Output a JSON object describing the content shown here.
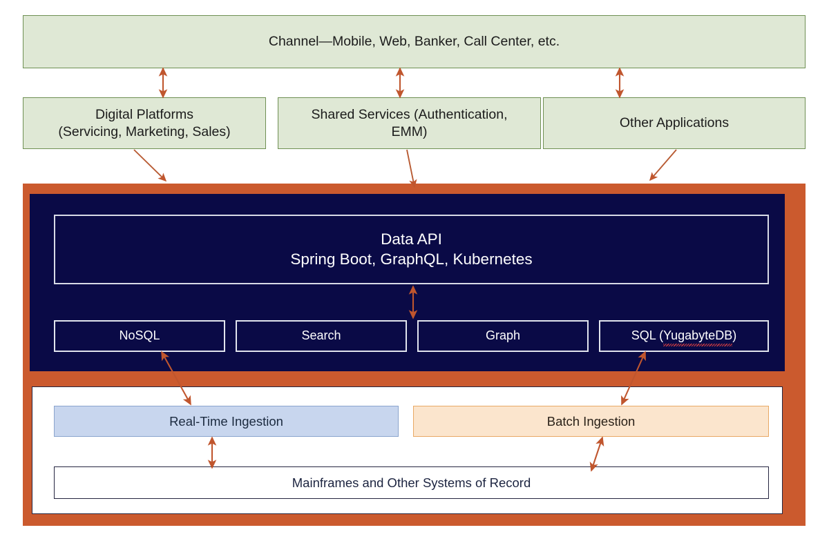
{
  "diagram": {
    "title_row": {
      "channel": "Channel—Mobile, Web, Banker, Call Center, etc."
    },
    "application_row": [
      {
        "label": "Digital Platforms\n(Servicing, Marketing, Sales)"
      },
      {
        "label": "Shared Services (Authentication,\nEMM)"
      },
      {
        "label": "Other Applications"
      }
    ],
    "platform": {
      "api": {
        "line1": "Data API",
        "line2": "Spring Boot, GraphQL, Kubernetes"
      },
      "datastores": [
        {
          "label": "NoSQL",
          "misspelled": false
        },
        {
          "label": "Search",
          "misspelled": false
        },
        {
          "label": "Graph",
          "misspelled": false
        },
        {
          "label_prefix": "SQL (",
          "label_flagged": "YugabyteDB",
          "label_suffix": ")",
          "misspelled": true
        }
      ],
      "ingestion": [
        {
          "label": "Real-Time Ingestion",
          "kind": "real-time"
        },
        {
          "label": "Batch Ingestion",
          "kind": "batch"
        }
      ],
      "systems_of_record": {
        "label": "Mainframes and Other Systems of Record"
      }
    },
    "colors": {
      "green_fill": "#dfe8d5",
      "green_border": "#6e8f52",
      "orange_frame": "#cb5a2e",
      "navy_fill": "#0a0a46",
      "arrow": "#c0562e",
      "realtime_fill": "#c8d6ee",
      "realtime_border": "#8aa4cd",
      "batch_fill": "#fbe5cd",
      "batch_border": "#e8a864",
      "spellcheck_underline": "#e04040"
    }
  }
}
